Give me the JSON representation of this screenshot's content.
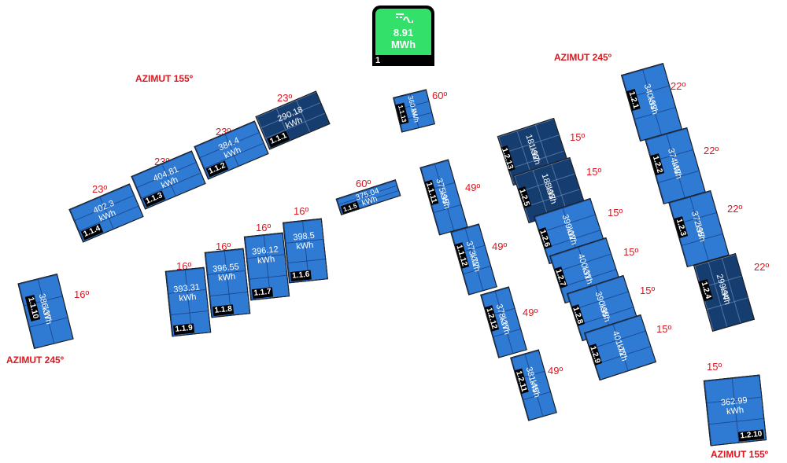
{
  "inverter": {
    "value": "8.91",
    "unit": "MWh",
    "id": "1",
    "icon": "ac-dc-inverter-icon"
  },
  "azimuth_labels": [
    "AZIMUT 155º",
    "AZIMUT 245º",
    "AZIMUT 245º",
    "AZIMUT 155º"
  ],
  "tilts": [
    "23º",
    "23º",
    "23º",
    "23º",
    "60º",
    "60º",
    "16º",
    "16º",
    "16º",
    "16º",
    "16º",
    "49º",
    "49º",
    "49º",
    "49º",
    "15º",
    "15º",
    "15º",
    "15º",
    "15º",
    "15º",
    "22º",
    "22º",
    "22º",
    "22º",
    "15º"
  ],
  "panels": [
    {
      "id": "1.1.1",
      "value": "290.18",
      "unit": "kWh"
    },
    {
      "id": "1.1.2",
      "value": "384.4",
      "unit": "kWh"
    },
    {
      "id": "1.1.3",
      "value": "404.81",
      "unit": "kWh"
    },
    {
      "id": "1.1.4",
      "value": "402.3",
      "unit": "kWh"
    },
    {
      "id": "1.1.5",
      "value": "375.04",
      "unit": "kWh"
    },
    {
      "id": "1.1.6",
      "value": "398.5",
      "unit": "kWh"
    },
    {
      "id": "1.1.7",
      "value": "396.12",
      "unit": "kWh"
    },
    {
      "id": "1.1.8",
      "value": "396.55",
      "unit": "kWh"
    },
    {
      "id": "1.1.9",
      "value": "393.31",
      "unit": "kWh"
    },
    {
      "id": "1.1.10",
      "value": "386.37",
      "unit": "kWh"
    },
    {
      "id": "1.1.11",
      "value": "375.95",
      "unit": "kWh"
    },
    {
      "id": "1.1.12",
      "value": "373.72",
      "unit": "kWh"
    },
    {
      "id": "1.1.13",
      "value": "360.94",
      "unit": "kWh"
    },
    {
      "id": "1.2.1",
      "value": "340.83",
      "unit": "kWh"
    },
    {
      "id": "1.2.2",
      "value": "374.48",
      "unit": "kWh"
    },
    {
      "id": "1.2.3",
      "value": "372.95",
      "unit": "kWh"
    },
    {
      "id": "1.2.4",
      "value": "299.94",
      "unit": "kWh"
    },
    {
      "id": "1.2.5",
      "value": "188.93",
      "unit": "kWh"
    },
    {
      "id": "1.2.6",
      "value": "399.02",
      "unit": "kWh"
    },
    {
      "id": "1.2.7",
      "value": "400.31",
      "unit": "kWh"
    },
    {
      "id": "1.2.8",
      "value": "390.95",
      "unit": "kWh"
    },
    {
      "id": "1.2.9",
      "value": "401.72",
      "unit": "kWh"
    },
    {
      "id": "1.2.10",
      "value": "362.99",
      "unit": "kWh"
    },
    {
      "id": "1.2.11",
      "value": "381.45",
      "unit": "kWh"
    },
    {
      "id": "1.2.12",
      "value": "378.27",
      "unit": "kWh"
    },
    {
      "id": "1.2.13",
      "value": "181.92",
      "unit": "kWh"
    }
  ]
}
